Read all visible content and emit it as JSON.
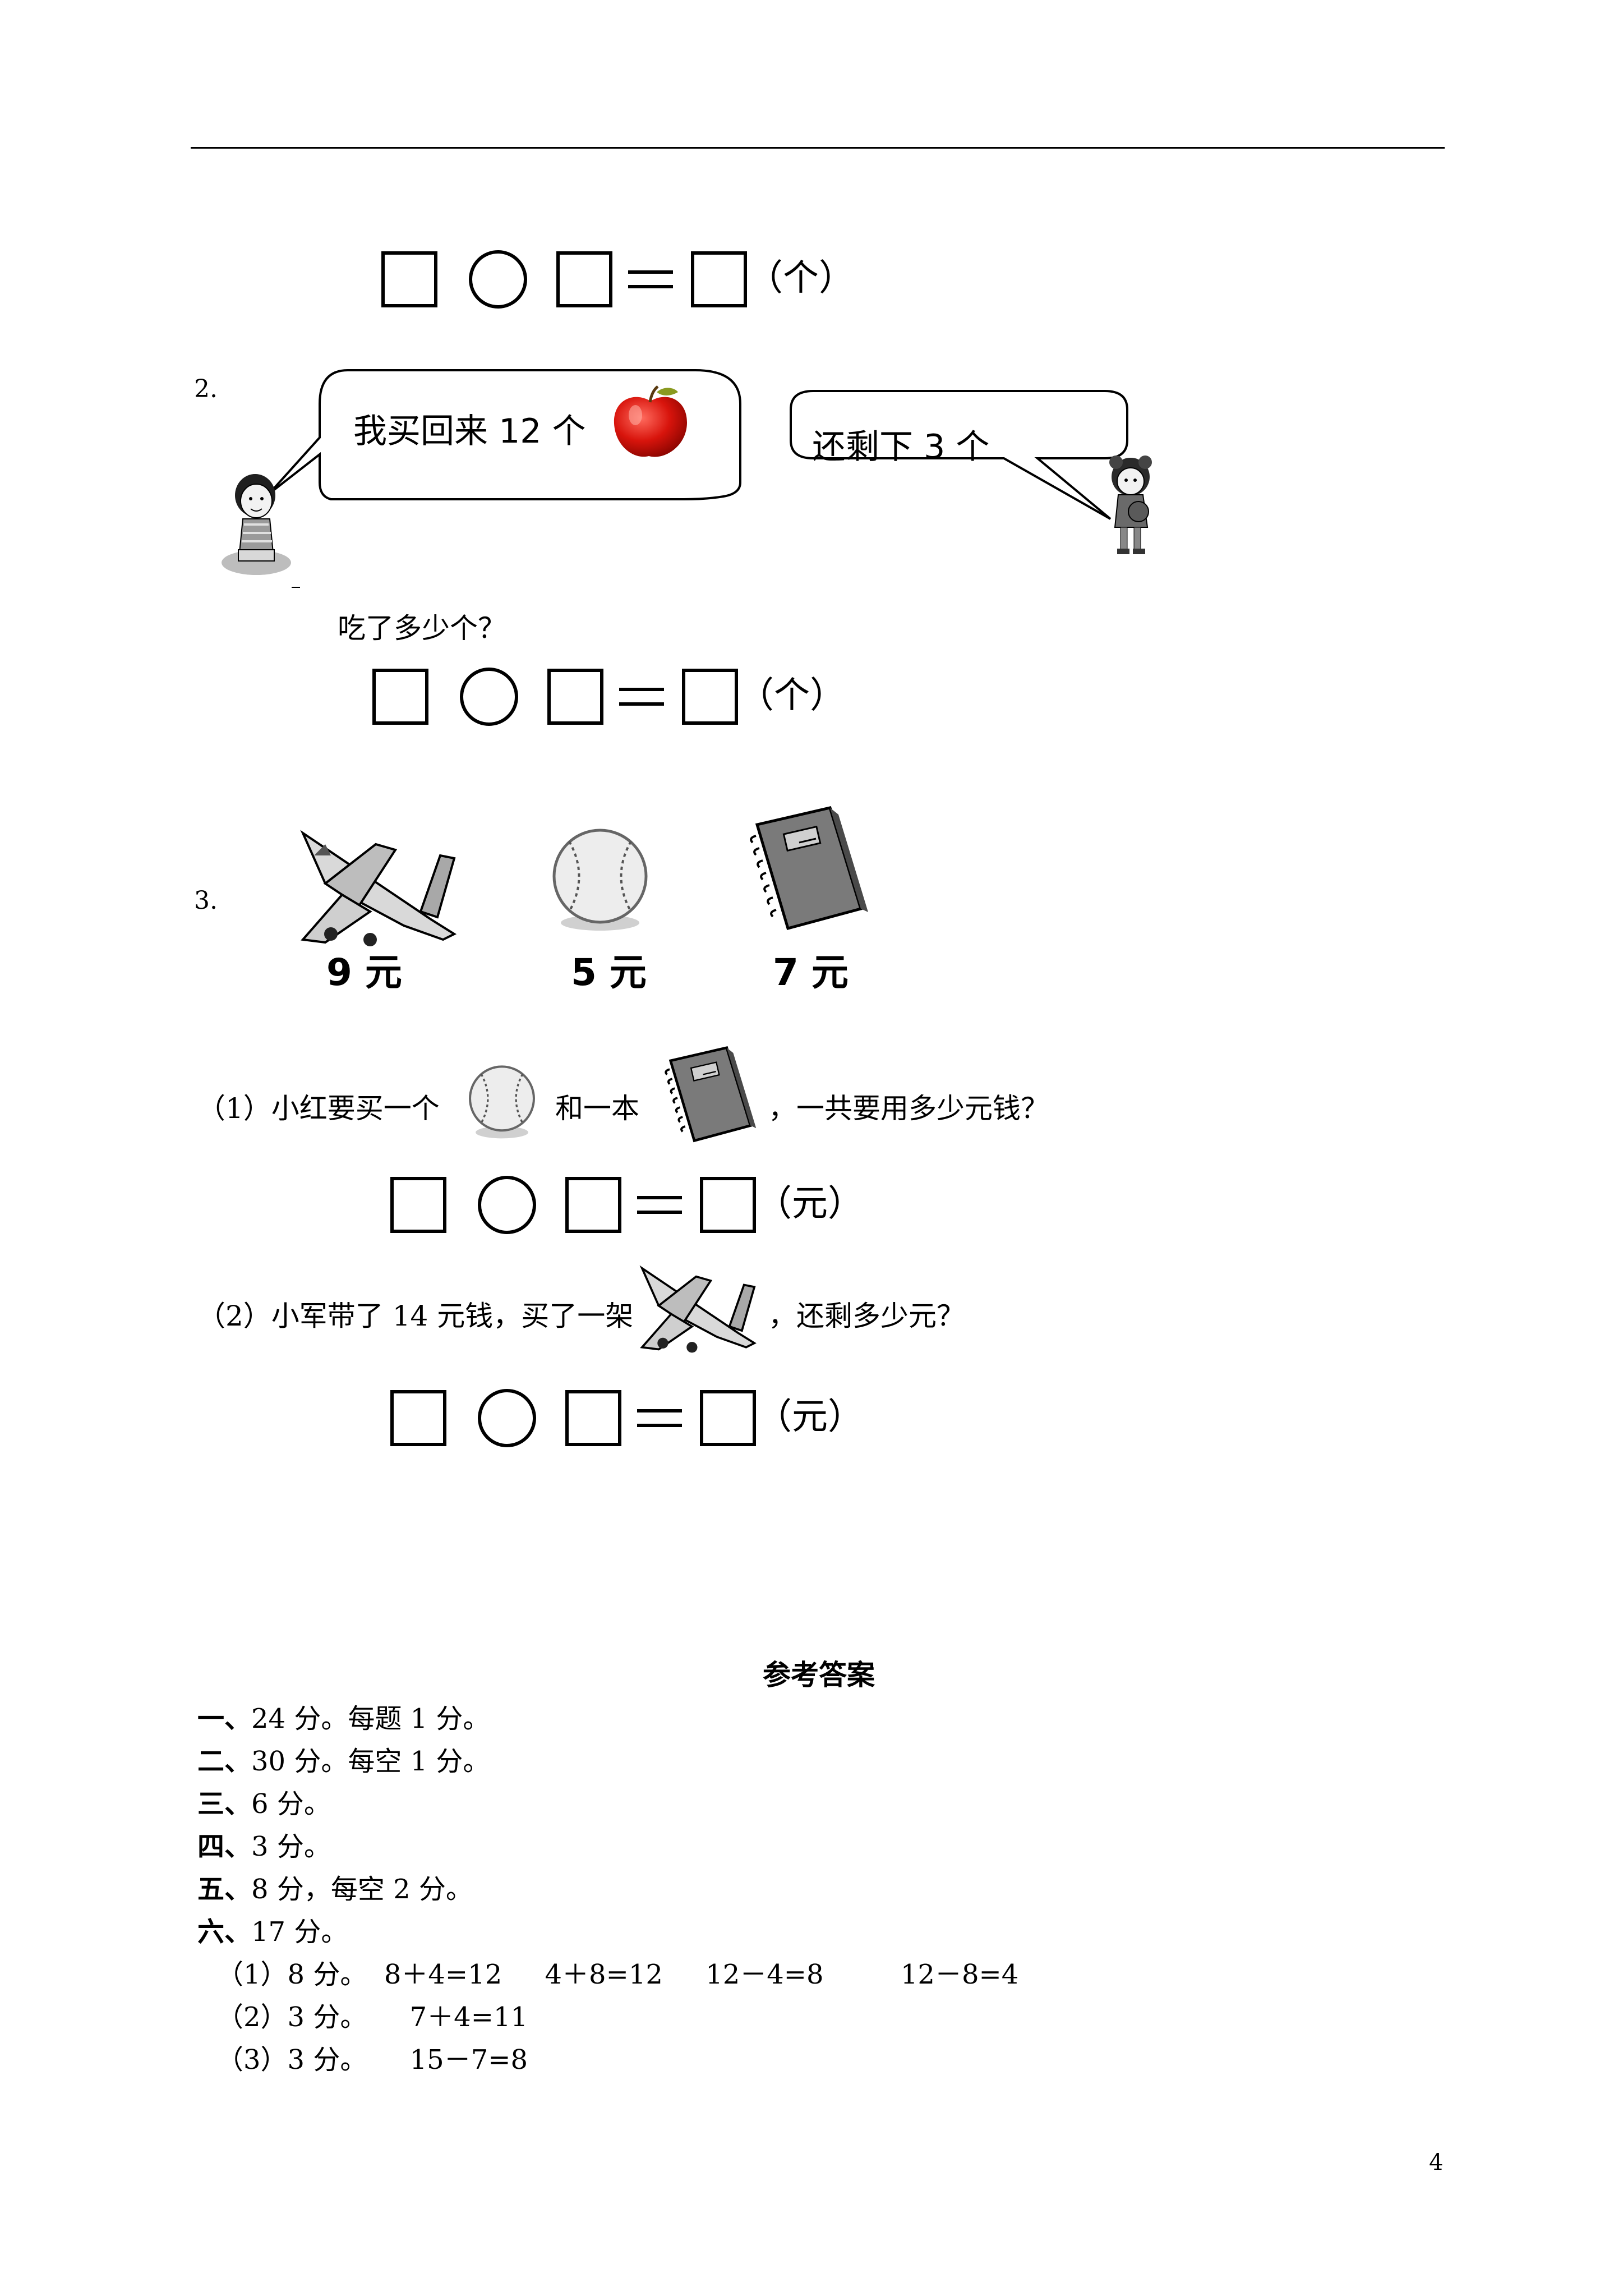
{
  "top_unit": "（个）",
  "q2": {
    "num": "2.",
    "bubble_left": "我买回来 12 个",
    "bubble_right": "还剩下 3 个",
    "question": "吃了多少个？",
    "unit": "（个）"
  },
  "q3": {
    "num": "3.",
    "prices": [
      "9 元",
      "5 元",
      "7 元"
    ],
    "sub1": {
      "prefix": "（1）小红要买一个",
      "mid": "和一本",
      "suffix": "，一共要用多少元钱？",
      "unit": "（元）"
    },
    "sub2": {
      "prefix": "（2）小军带了 14 元钱，买了一架",
      "suffix": "，还剩多少元？",
      "unit": "（元）"
    }
  },
  "answers": {
    "title": "参考答案",
    "lines": [
      {
        "label": "一、",
        "text": "24 分。每题 1 分。"
      },
      {
        "label": "二、",
        "text": "30 分。每空 1 分。"
      },
      {
        "label": "三、",
        "text": "6 分。"
      },
      {
        "label": "四、",
        "text": "3 分。"
      },
      {
        "label": "五、",
        "text": "8 分，每空 2 分。"
      },
      {
        "label": "六、",
        "text": "17 分。"
      }
    ],
    "sub_lines": [
      "（1）8 分。  8＋4=12     4＋8=12     12－4=8         12－8=4",
      "（2）3 分。     7＋4=11",
      "（3）3 分。     15－7=8"
    ]
  },
  "page_number": "4"
}
